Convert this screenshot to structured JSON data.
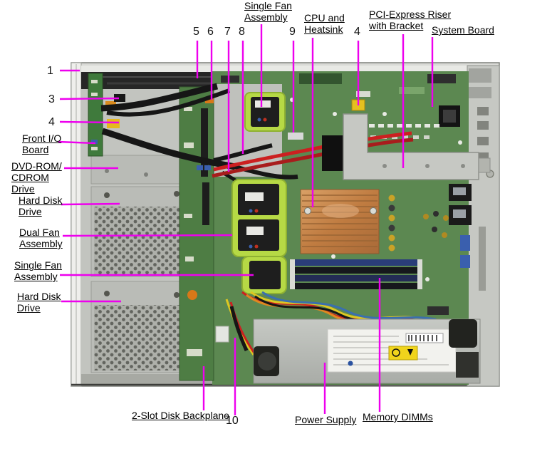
{
  "colors": {
    "leader": "#ee00ee",
    "chassis_light": "#d9dad6",
    "chassis_mid": "#c3c5c0",
    "bezel": "#efefec",
    "rear_wall": "#c6c8c3",
    "pcb_green": "#5c8851",
    "backplane_green": "#4e7d44",
    "io_board_green": "#3f7a3c",
    "fan_green": "#b6d945",
    "fan_black": "#1e1e1e",
    "copper": "#c78d58",
    "dimm_blue": "#2a3d79",
    "psu_gray": "#b7bab5",
    "warn_yellow": "#f0d41c",
    "cable_red": "#cc2020",
    "cable_orange": "#e08820",
    "cable_yellow": "#ddc722",
    "top_band": "#262626",
    "label_text": "#000000"
  },
  "callouts": {
    "numbers": {
      "n1": "1",
      "n3": "3",
      "n4_left": "4",
      "n5": "5",
      "n6": "6",
      "n7": "7",
      "n8": "8",
      "n9": "9",
      "n4_top": "4",
      "n10": "10"
    },
    "single_fan_top": {
      "line1": "Single Fan",
      "line2": "Assembly"
    },
    "cpu_heatsink": {
      "line1": "CPU and",
      "line2": "Heatsink"
    },
    "pci_riser": {
      "line1": "PCI-Express Riser",
      "line2": "with Bracket"
    },
    "system_board": {
      "line1": "System Board"
    },
    "front_io": {
      "line1": "Front I/O",
      "line2": "Board"
    },
    "dvd_drive": {
      "line1": "DVD-ROM/",
      "line2": "CDROM",
      "line3": "Drive"
    },
    "hdd_upper": {
      "line1": "Hard Disk",
      "line2": "Drive"
    },
    "dual_fan": {
      "line1": "Dual Fan",
      "line2": "Assembly"
    },
    "single_fan_left": {
      "line1": "Single Fan",
      "line2": "Assembly"
    },
    "hdd_lower": {
      "line1": "Hard Disk",
      "line2": "Drive"
    },
    "disk_backplane": {
      "line1": "2-Slot Disk Backplane"
    },
    "power_supply": {
      "line1": "Power Supply"
    },
    "memory_dimms": {
      "line1": "Memory DIMMs"
    }
  }
}
